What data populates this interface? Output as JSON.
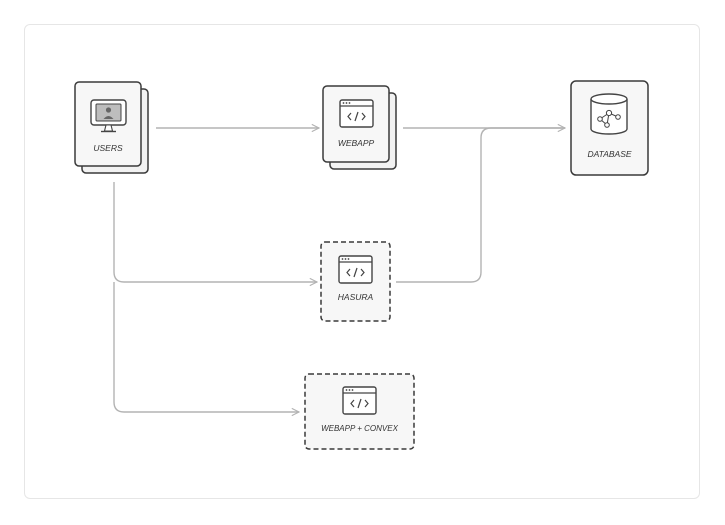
{
  "diagram": {
    "nodes": {
      "users": {
        "label": "USERS",
        "icon": "monitor-user-icon"
      },
      "webapp": {
        "label": "WEBAPP",
        "icon": "code-window-icon"
      },
      "database": {
        "label": "DATABASE",
        "icon": "database-network-icon"
      },
      "hasura": {
        "label": "HASURA",
        "icon": "code-window-icon"
      },
      "webapp_convex": {
        "label": "WEBAPP + CONVEX",
        "icon": "code-window-icon"
      }
    },
    "edges": [
      {
        "from": "USERS",
        "to": "WEBAPP"
      },
      {
        "from": "WEBAPP",
        "to": "DATABASE"
      },
      {
        "from": "USERS",
        "to": "HASURA"
      },
      {
        "from": "HASURA",
        "to": "DATABASE"
      },
      {
        "from": "USERS",
        "to": "WEBAPP + CONVEX"
      }
    ],
    "colors": {
      "connector": "#b3b3b3",
      "node_border": "#3a3a3a",
      "node_fill": "#f7f7f7",
      "icon_stroke": "#444444"
    }
  }
}
